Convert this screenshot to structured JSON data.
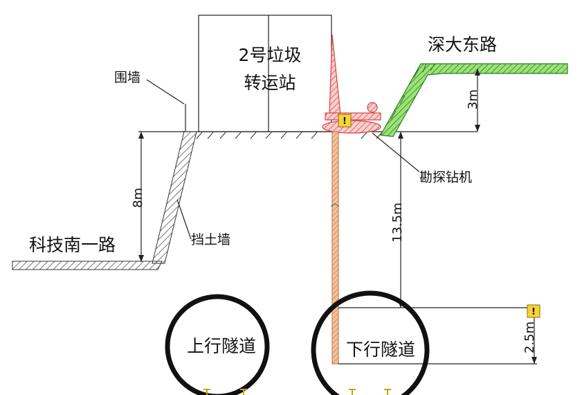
{
  "labels": {
    "station_line1": "2号垃圾",
    "station_line2": "转运站",
    "road_right": "深大东路",
    "road_left": "科技南一路",
    "fence": "围墙",
    "retaining_wall": "挡土墙",
    "drill_rig": "勘探钻机",
    "tunnel_up": "上行隧道",
    "tunnel_down": "下行隧道"
  },
  "dimensions": {
    "left_height": "8m",
    "right_height": "3m",
    "drill_depth": "13.5m",
    "tunnel_gap": "2.5m"
  },
  "warning_symbol": "!",
  "colors": {
    "hatch_gray": "#555555",
    "rig_red": "#e05a5a",
    "rig_fill": "#f5c6c6",
    "road_green": "#7cd35a",
    "road_green_dark": "#2e7d1e",
    "drill_rod": "#e8a47a",
    "warning_yellow": "#f5d33a"
  }
}
